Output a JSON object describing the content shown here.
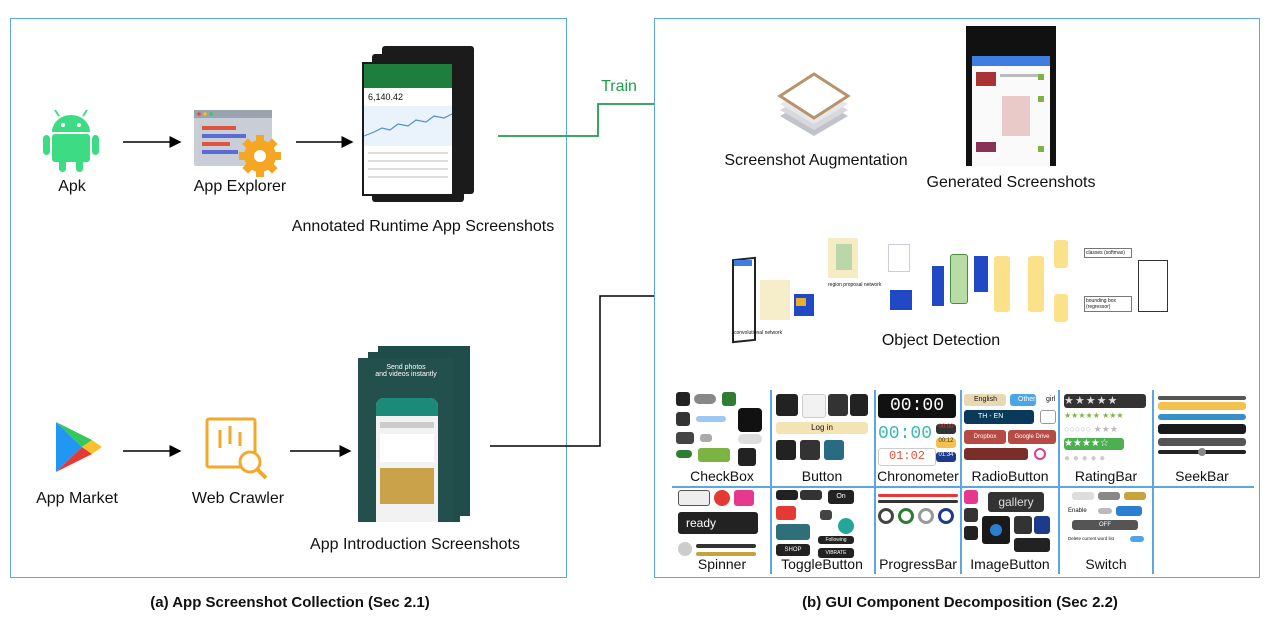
{
  "panel_a": {
    "caption": "(a) App Screenshot Collection (Sec 2.1)",
    "nodes": {
      "apk": "Apk",
      "app_explorer": "App Explorer",
      "annotated": "Annotated Runtime App Screenshots",
      "app_market": "App Market",
      "web_crawler": "Web Crawler",
      "intro_screens": "App Introduction Screenshots"
    },
    "phone_top_text": "Send photos\nand videos instantly",
    "phone_value": "6,140.42"
  },
  "panel_b": {
    "caption": "(b) GUI Component Decomposition (Sec 2.2)",
    "train_label": "Train",
    "nodes": {
      "augmentation": "Screenshot Augmentation",
      "generated": "Generated Screenshots",
      "detection": "Object Detection"
    },
    "network_labels": {
      "conv": "convolutional network",
      "rpn": "region proposal network",
      "classes": "classes (softmax)",
      "bbox": "bounding box (regressor)"
    },
    "components_row1": [
      "CheckBox",
      "Button",
      "Chronometer",
      "RadioButton",
      "RatingBar",
      "SeekBar"
    ],
    "components_row2": [
      "Spinner",
      "ToggleButton",
      "ProgressBar",
      "ImageButton",
      "Switch"
    ],
    "widget_text": {
      "chrono_big": "00:00",
      "chrono_teal": "00:00",
      "chrono_red": "01:02",
      "chrono_s1": "00:00",
      "chrono_s2": "00:12",
      "chrono_s3": "01:34",
      "login": "Log in",
      "english": "English",
      "other": "Other",
      "girl": "girl",
      "th_en": "TH - EN",
      "dropbox": "Dropbox",
      "google_drive": "Google Drive",
      "ready": "ready",
      "on": "On",
      "shop": "SHOP",
      "following": "Following",
      "vibrate": "VIBRATE",
      "gallery": "gallery",
      "enable": "Enable",
      "off": "OFF",
      "delete_word": "Delete current word list"
    }
  },
  "colors": {
    "panel_border": "#5aa7e3",
    "train_arrow": "#1f9e4a",
    "android_green": "#3ddc84",
    "crawler_orange": "#f0a92a"
  }
}
